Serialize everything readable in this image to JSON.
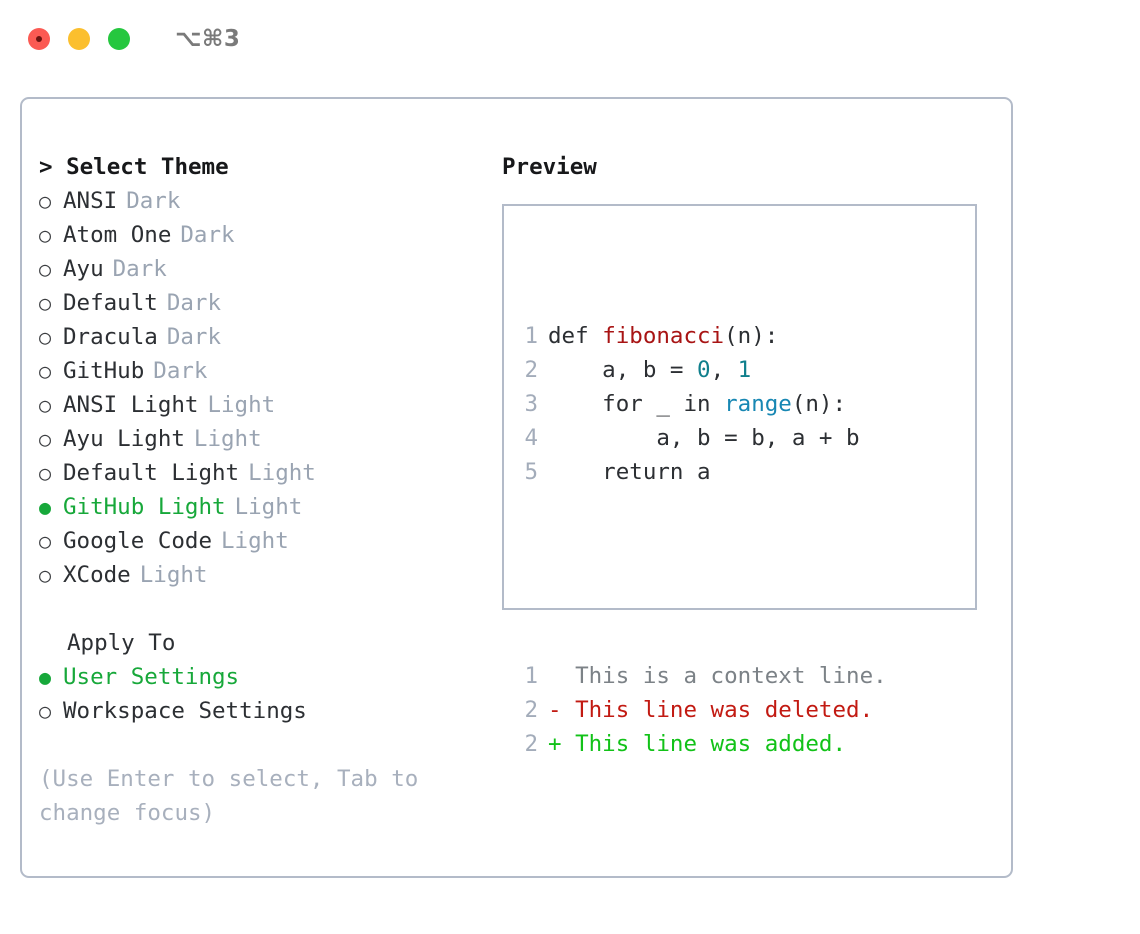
{
  "titlebar": {
    "shortcut": "⌥⌘3",
    "lights": [
      "close",
      "minimize",
      "zoom"
    ]
  },
  "left": {
    "header": "> Select Theme",
    "themes": [
      {
        "bullet": "○",
        "name": "ANSI",
        "tag": "Dark",
        "selected": false
      },
      {
        "bullet": "○",
        "name": "Atom One",
        "tag": "Dark",
        "selected": false
      },
      {
        "bullet": "○",
        "name": "Ayu",
        "tag": "Dark",
        "selected": false
      },
      {
        "bullet": "○",
        "name": "Default",
        "tag": "Dark",
        "selected": false
      },
      {
        "bullet": "○",
        "name": "Dracula",
        "tag": "Dark",
        "selected": false
      },
      {
        "bullet": "○",
        "name": "GitHub",
        "tag": "Dark",
        "selected": false
      },
      {
        "bullet": "○",
        "name": "ANSI Light",
        "tag": "Light",
        "selected": false
      },
      {
        "bullet": "○",
        "name": "Ayu Light",
        "tag": "Light",
        "selected": false
      },
      {
        "bullet": "○",
        "name": "Default Light",
        "tag": "Light",
        "selected": false
      },
      {
        "bullet": "●",
        "name": "GitHub Light",
        "tag": "Light",
        "selected": true
      },
      {
        "bullet": "○",
        "name": "Google Code",
        "tag": "Light",
        "selected": false
      },
      {
        "bullet": "○",
        "name": "XCode",
        "tag": "Light",
        "selected": false
      }
    ],
    "apply_to_header": "Apply To",
    "apply_to": [
      {
        "bullet": "●",
        "name": "User Settings",
        "selected": true
      },
      {
        "bullet": "○",
        "name": "Workspace Settings",
        "selected": false
      }
    ],
    "hint": "(Use Enter to select, Tab to change focus)"
  },
  "right": {
    "preview_title": "Preview",
    "code": {
      "lines": [
        {
          "n": "1",
          "segments": [
            {
              "text": "def ",
              "kind": "plain"
            },
            {
              "text": "fibonacci",
              "kind": "fn"
            },
            {
              "text": "(n):",
              "kind": "plain"
            }
          ]
        },
        {
          "n": "2",
          "segments": [
            {
              "text": "    a, b = ",
              "kind": "plain"
            },
            {
              "text": "0",
              "kind": "num"
            },
            {
              "text": ", ",
              "kind": "plain"
            },
            {
              "text": "1",
              "kind": "num"
            }
          ]
        },
        {
          "n": "3",
          "segments": [
            {
              "text": "    for _ in ",
              "kind": "plain"
            },
            {
              "text": "range",
              "kind": "call"
            },
            {
              "text": "(n):",
              "kind": "plain"
            }
          ]
        },
        {
          "n": "4",
          "segments": [
            {
              "text": "        a, b = b, a + b",
              "kind": "plain"
            }
          ]
        },
        {
          "n": "5",
          "segments": [
            {
              "text": "    return a",
              "kind": "plain"
            }
          ]
        }
      ]
    },
    "diff": {
      "lines": [
        {
          "n": "1",
          "marker": "  ",
          "text": "This is a context line.",
          "kind": "ctx"
        },
        {
          "n": "2",
          "marker": "- ",
          "text": "This line was deleted.",
          "kind": "del"
        },
        {
          "n": "2",
          "marker": "+ ",
          "text": "This line was added.",
          "kind": "add"
        }
      ]
    }
  },
  "colors": {
    "accent_green": "#17a83a",
    "muted": "#9aa4b2",
    "hint": "#a8b0bd",
    "border": "#b3bbc9",
    "fn_red": "#a81414",
    "num_teal": "#0f7f8c",
    "call_blue": "#1787b3",
    "diff_delete": "#c21a12",
    "diff_add": "#12c218",
    "diff_context": "#7c8287"
  }
}
